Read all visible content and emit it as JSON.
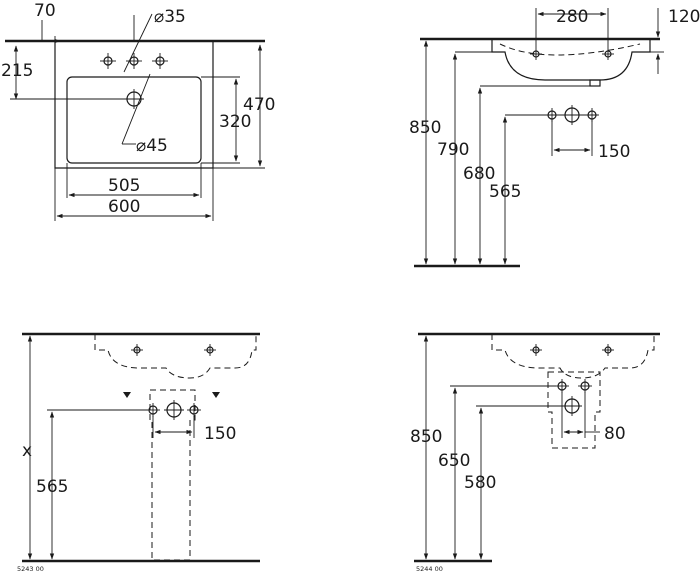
{
  "top_view": {
    "dim_wall_offset": "70",
    "dim_tap_hole": "⌀35",
    "dim_tap_depth": "215",
    "dim_total_depth": "470",
    "dim_bowl_depth": "320",
    "dim_waste": "⌀45",
    "dim_bowl_width": "505",
    "dim_total_width": "600"
  },
  "side_view": {
    "dim_holes": "280",
    "dim_thickness": "120",
    "dim_height": "850",
    "dim_bowl_height": "790",
    "dim_trap_height": "680",
    "dim_outlet_height": "565",
    "dim_outlet_spacing": "150"
  },
  "pedestal_view": {
    "dim_variable": "x",
    "dim_outlet_height": "565",
    "dim_outlet_spacing": "150",
    "model_code": "5243 00"
  },
  "semi_pedestal_view": {
    "dim_height": "850",
    "dim_trap_height": "650",
    "dim_outlet_height": "580",
    "dim_outlet_spacing": "80",
    "model_code": "5244 00"
  }
}
